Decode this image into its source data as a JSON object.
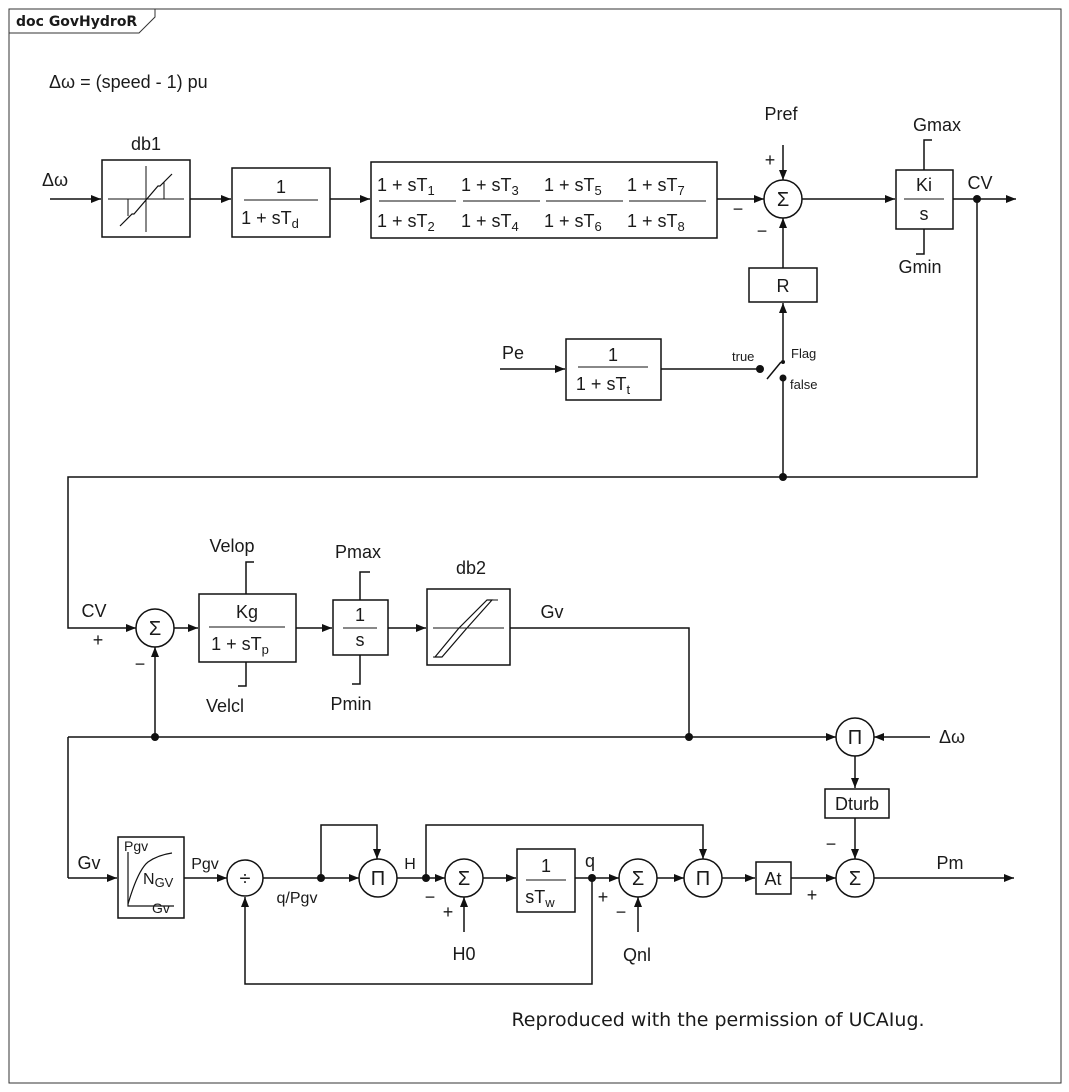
{
  "frame": {
    "tab": "doc GovHydroR"
  },
  "note": "Δω  = (speed - 1) pu",
  "credit": "Reproduced with the permission of UCAIug.",
  "symbols": {
    "sum": "Σ",
    "product": "Π",
    "divide": "÷"
  },
  "signs": {
    "plus": "+",
    "minus": "−"
  },
  "switch": {
    "flag": "Flag",
    "true": "true",
    "false": "false"
  },
  "labels": {
    "dw": "Δω",
    "db1": "db1",
    "db2": "db2",
    "pref": "Pref",
    "gmax": "Gmax",
    "gmin": "Gmin",
    "cv": "CV",
    "pe": "Pe",
    "velop": "Velop",
    "velcl": "Velcl",
    "pmax": "Pmax",
    "pmin": "Pmin",
    "gv": "Gv",
    "pgv": "Pgv",
    "qpgv": "q/Pgv",
    "h": "H",
    "q": "q",
    "h0": "H0",
    "qnl": "Qnl",
    "pm": "Pm"
  },
  "blocks": {
    "td": {
      "num": "1",
      "den": "1 + sT",
      "sub": "d"
    },
    "tt": {
      "num": "1",
      "den": "1 + sT",
      "sub": "t"
    },
    "leadlag": {
      "terms": [
        {
          "num": "1 + sT",
          "num_sub": "1",
          "den": "1 + sT",
          "den_sub": "2"
        },
        {
          "num": "1 + sT",
          "num_sub": "3",
          "den": "1 + sT",
          "den_sub": "4"
        },
        {
          "num": "1 + sT",
          "num_sub": "5",
          "den": "1 + sT",
          "den_sub": "6"
        },
        {
          "num": "1 + sT",
          "num_sub": "7",
          "den": "1 + sT",
          "den_sub": "8"
        }
      ]
    },
    "ki": {
      "num": "Ki",
      "den": "s"
    },
    "r": {
      "label": "R"
    },
    "kg": {
      "num": "Kg",
      "den": "1 + sT",
      "sub": "p"
    },
    "integrator": {
      "num": "1",
      "den": "s"
    },
    "tw": {
      "num": "1",
      "den": "sT",
      "sub": "w"
    },
    "ngv": {
      "top": "Pgv",
      "mid": "N",
      "mid_sub": "GV",
      "bottom": "Gv"
    },
    "dturb": {
      "label": "Dturb"
    },
    "at": {
      "label": "At"
    }
  }
}
